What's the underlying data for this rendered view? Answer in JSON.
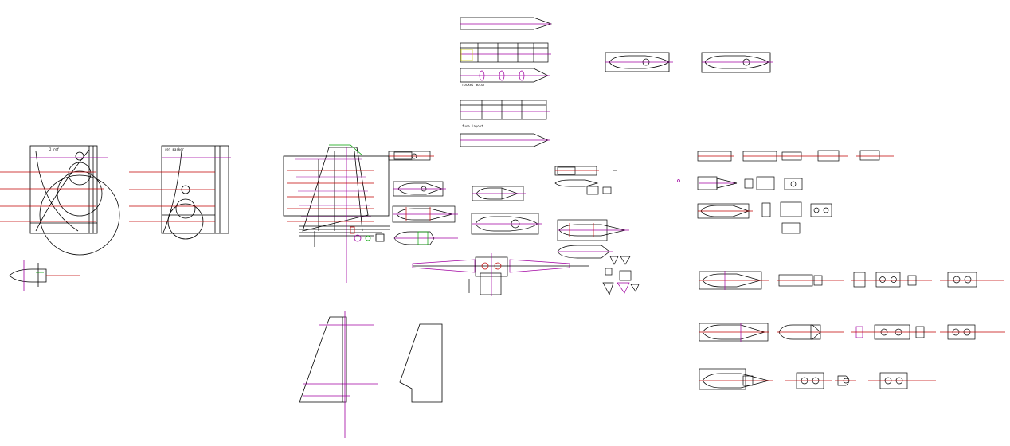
{
  "colors": {
    "ink": "#000000",
    "magenta": "#a000a0",
    "red": "#c00000",
    "green": "#00a000",
    "olive": "#c8c800"
  },
  "labels": {
    "view_a": "2 ref",
    "view_b": "ref marker",
    "wing_note_1": "rocket motor",
    "wing_note_2": "fuse layout"
  }
}
